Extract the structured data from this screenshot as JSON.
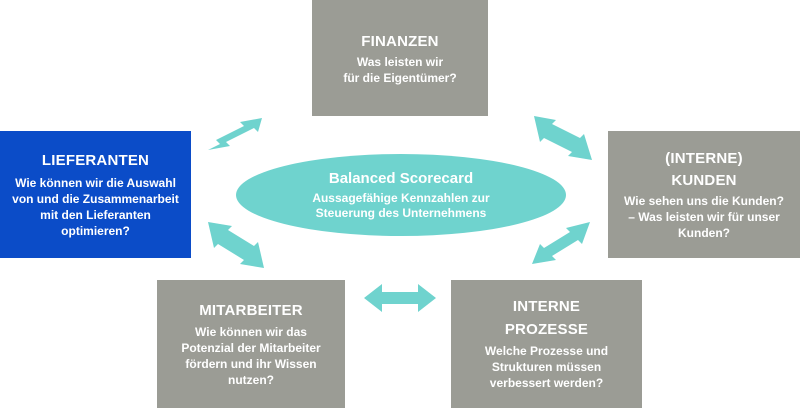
{
  "center": {
    "title": "Balanced Scorecard",
    "subtitle_lines": [
      "Aussagefähige Kennzahlen zur",
      "Steuerung des Unternehmens"
    ]
  },
  "boxes": {
    "finanzen": {
      "title": "FINANZEN",
      "lines": [
        "Was leisten wir",
        "für die Eigentümer?"
      ]
    },
    "lieferanten": {
      "title": "LIEFERANTEN",
      "lines": [
        "Wie können wir die Auswahl",
        "von und die Zusammenarbeit",
        "mit den Lieferanten",
        "optimieren?"
      ]
    },
    "kunden": {
      "title_lines": [
        "(INTERNE)",
        "KUNDEN"
      ],
      "lines": [
        "Wie sehen uns die Kunden?",
        "– Was leisten wir für unser",
        "Kunden?"
      ]
    },
    "mitarbeiter": {
      "title": "MITARBEITER",
      "lines": [
        "Wie können wir das",
        "Potenzial der Mitarbeiter",
        "fördern und ihr Wissen",
        "nutzen?"
      ]
    },
    "prozesse": {
      "title_lines": [
        "INTERNE",
        "PROZESSE"
      ],
      "lines": [
        "Welche Prozesse und",
        "Strukturen müssen",
        "verbessert werden?"
      ]
    }
  },
  "colors": {
    "gray_box": "#9b9c95",
    "blue_box": "#0b4cc8",
    "ellipse": "#6fd3ce",
    "arrow": "#6fd3ce",
    "text": "#ffffff"
  }
}
